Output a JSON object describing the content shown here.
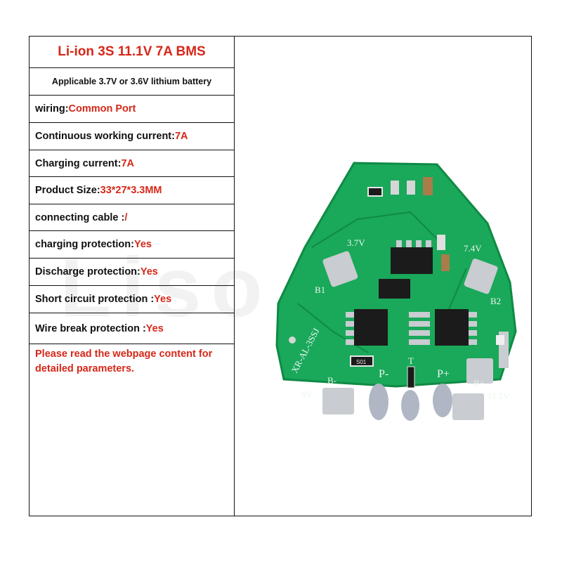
{
  "title": "Li-ion 3S 11.1V 7A BMS",
  "subtitle": "Applicable 3.7V or 3.6V lithium battery",
  "specs": [
    {
      "label": "wiring:",
      "value": "Common Port"
    },
    {
      "label": "Continuous working current:",
      "value": "7A"
    },
    {
      "label": "Charging current:",
      "value": "7A"
    },
    {
      "label": "Product Size:",
      "value": "33*27*3.3MM"
    },
    {
      "label": "connecting cable :",
      "value": "/"
    },
    {
      "label": "charging protection: ",
      "value": "Yes"
    },
    {
      "label": "Discharge protection: ",
      "value": "Yes"
    },
    {
      "label": "Short circuit protection :",
      "value": "Yes"
    },
    {
      "label": "Wire break protection :",
      "value": "Yes"
    }
  ],
  "note": "Please read the webpage content for detailed parameters.",
  "watermark": "Liso",
  "board": {
    "label_3_7v": "3.7V",
    "label_7_4v": "7.4V",
    "label_b1": "B1",
    "label_b2": "B2",
    "label_b_minus": "B-",
    "label_b_plus": "B+",
    "label_0v": "0V",
    "label_11_1v": "11.1V",
    "label_p_minus": "P-",
    "label_p_plus": "P+",
    "label_t": "T",
    "label_model": "XR-AL-3SSJ",
    "label_s01": "S01",
    "colors": {
      "pcb": "#1aa85a",
      "pcb_edge": "#0f8a45",
      "pad": "#c9ccd0",
      "chip": "#1b1b1b"
    }
  }
}
